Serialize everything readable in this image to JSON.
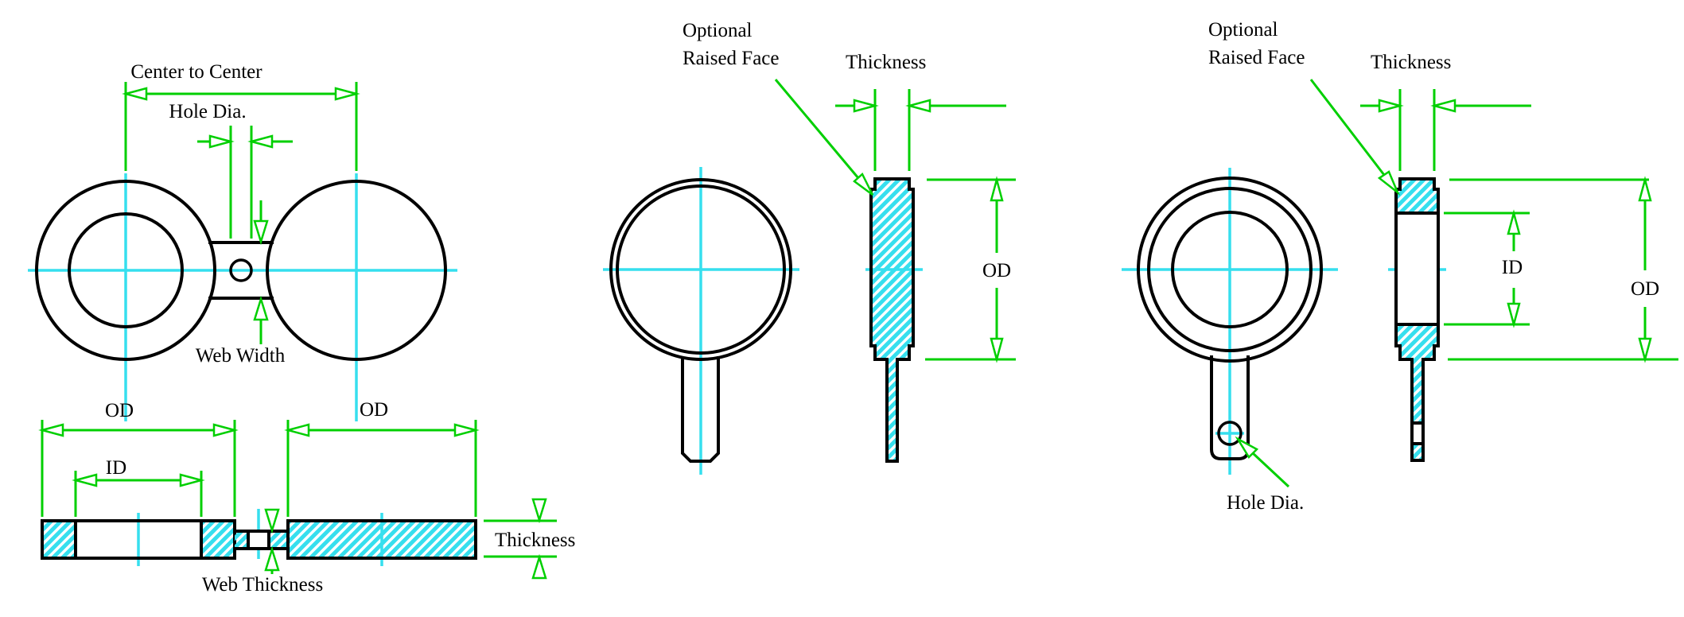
{
  "colors": {
    "dimension_green": "#00cf00",
    "centerline_cyan": "#36dfee",
    "outline_black": "#000000"
  },
  "views": {
    "spectacle_blind_front": {
      "labels": {
        "center_to_center": "Center to Center",
        "hole_dia": "Hole Dia.",
        "web_width": "Web Width"
      }
    },
    "spectacle_blind_section": {
      "labels": {
        "od_left": "OD",
        "id": "ID",
        "od_right": "OD",
        "thickness": "Thickness",
        "web_thickness": "Web Thickness"
      }
    },
    "paddle_blank": {
      "labels": {
        "optional_raised_face_1": "Optional",
        "optional_raised_face_2": "Raised Face",
        "thickness": "Thickness",
        "od": "OD"
      }
    },
    "paddle_spacer": {
      "labels": {
        "optional_raised_face_1": "Optional",
        "optional_raised_face_2": "Raised Face",
        "thickness": "Thickness",
        "id": "ID",
        "od": "OD",
        "hole_dia": "Hole Dia."
      }
    }
  }
}
